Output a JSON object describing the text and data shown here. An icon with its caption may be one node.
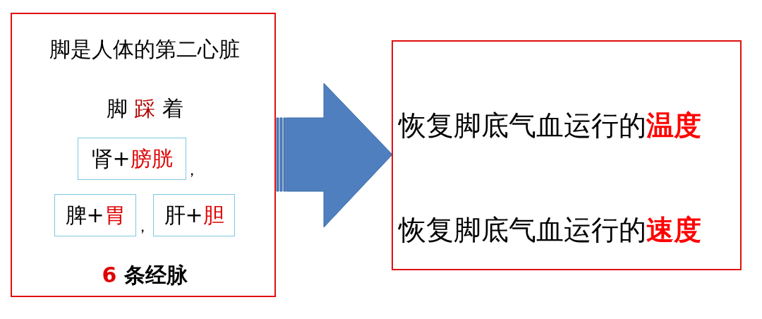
{
  "diagram": {
    "nodes": [
      {
        "text": [
          "脚是人体的第二心脏",
          "脚 **踩** 着",
          "，",
          "，",
          "**6** 条经脉"
        ]
      },
      {
        "text": [
          "肾+**膀胱**"
        ],
        "in": 0
      },
      {
        "text": [
          "脾+**胃**"
        ],
        "in": 0
      },
      {
        "text": [
          "肝+**胆**"
        ],
        "in": 0
      },
      {
        "text": [
          "恢复脚底气血运行的**温度**",
          "恢复脚底气血运行的**速度**"
        ]
      }
    ],
    "edges": [
      {
        "from": 0,
        "to": 4,
        "arrow": "to"
      }
    ]
  }
}
